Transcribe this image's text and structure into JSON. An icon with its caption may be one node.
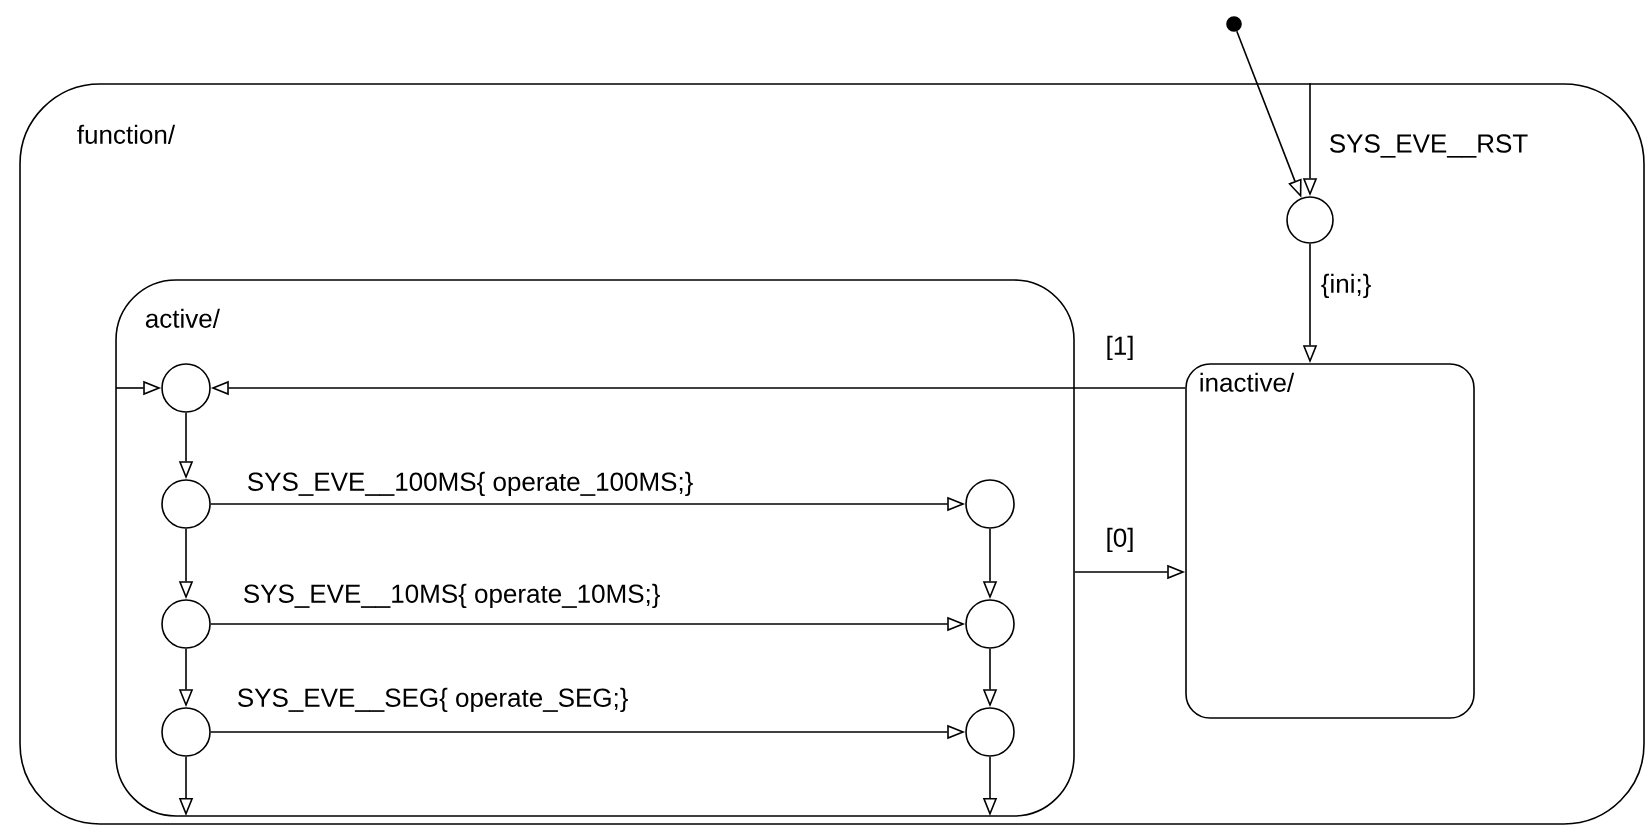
{
  "diagram": {
    "nodes": [
      {
        "text": [],
        "shape": "circle"
      },
      {
        "text": [
          "function/"
        ]
      },
      {
        "text": [],
        "shape": "circle",
        "in": 1
      },
      {
        "text": [
          "active/"
        ],
        "in": 1
      },
      {
        "text": [],
        "shape": "circle",
        "in": 3
      },
      {
        "text": [],
        "shape": "circle",
        "in": 3
      },
      {
        "text": [],
        "shape": "circle",
        "in": 3
      },
      {
        "text": [],
        "shape": "circle",
        "in": 3
      },
      {
        "text": [],
        "shape": "circle",
        "in": 3
      },
      {
        "text": [],
        "shape": "circle",
        "in": 3
      },
      {
        "text": [],
        "shape": "circle",
        "in": 3
      },
      {
        "text": [
          "inactive/"
        ],
        "in": 1
      }
    ],
    "edges": [
      {
        "from": 0,
        "to": 2,
        "arrow": "to"
      },
      {
        "from": 1,
        "to": 2,
        "arrow": "to",
        "label": "SYS_EVE__RST"
      },
      {
        "from": 2,
        "to": 11,
        "arrow": "to",
        "label": "{ini;}"
      },
      {
        "from": 11,
        "to": 4,
        "arrow": "to",
        "label": "[1]"
      },
      {
        "from": null,
        "to": 4,
        "arrow": "to"
      },
      {
        "from": 4,
        "to": 5,
        "arrow": "to"
      },
      {
        "from": 5,
        "to": 6,
        "arrow": "to",
        "label": "SYS_EVE__100MS{ operate_100MS;}"
      },
      {
        "from": 5,
        "to": 7,
        "arrow": "to"
      },
      {
        "from": 7,
        "to": 8,
        "arrow": "to",
        "label": "SYS_EVE__10MS{ operate_10MS;}"
      },
      {
        "from": 7,
        "to": 9,
        "arrow": "to"
      },
      {
        "from": 9,
        "to": 10,
        "arrow": "to",
        "label": "SYS_EVE__SEG{ operate_SEG;}"
      },
      {
        "from": 6,
        "to": 8,
        "arrow": "to"
      },
      {
        "from": 8,
        "to": 10,
        "arrow": "to"
      },
      {
        "from": 9,
        "to": null,
        "arrow": "to"
      },
      {
        "from": 10,
        "to": null,
        "arrow": "to"
      },
      {
        "from": 3,
        "to": 11,
        "arrow": "to",
        "label": "[0]"
      }
    ]
  }
}
